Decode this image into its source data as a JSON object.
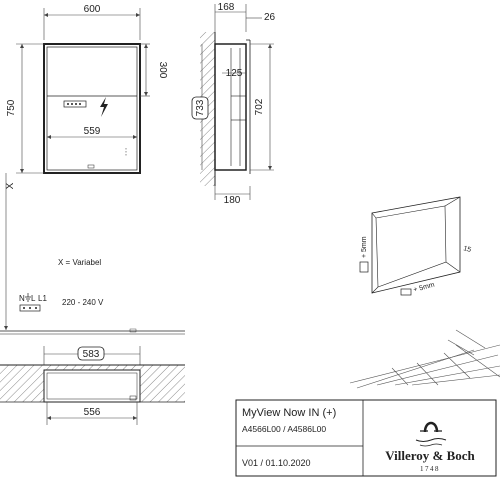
{
  "front_view": {
    "width": "600",
    "height": "750",
    "shelf_height": "300",
    "inner_width": "559",
    "height_variable": "X"
  },
  "side_view": {
    "depth": "168",
    "protrusion": "26",
    "body_height": "733",
    "shelf_depth": "125",
    "inner_height": "702",
    "niche_depth": "180"
  },
  "niche_detail": {
    "clearance_right": "15",
    "clearance_top": "+ 5mm",
    "clearance_bottom": "+ 5mm"
  },
  "notes": {
    "variable": "X = Variabel",
    "terminal_labels": "N",
    "terminal_l": "L",
    "terminal_l1": "L1",
    "voltage": "220 - 240 V"
  },
  "section_view": {
    "outer_width": "583",
    "inner_width": "556"
  },
  "title_block": {
    "product_name": "MyView Now IN (+)",
    "article_numbers": "A4566L00 / A4586L00",
    "version": "V01 / 01.10.2020",
    "brand": "Villeroy & Boch",
    "brand_year": "1748"
  }
}
